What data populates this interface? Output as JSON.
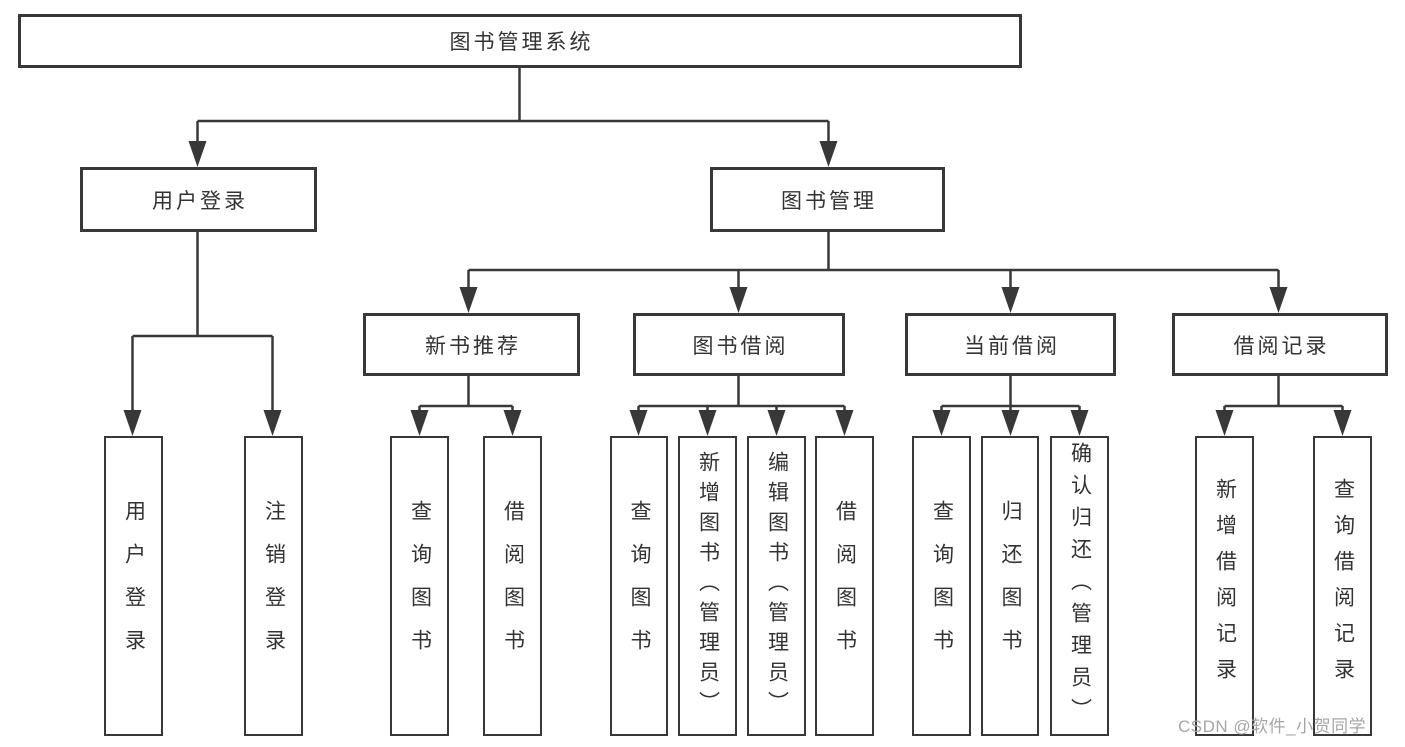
{
  "diagram_title": "图书管理系统",
  "tree": {
    "root": {
      "label": "图书管理系统"
    },
    "children": [
      {
        "label": "用户登录",
        "children": [
          {
            "label": "用户登录"
          },
          {
            "label": "注销登录"
          }
        ]
      },
      {
        "label": "图书管理",
        "children": [
          {
            "label": "新书推荐",
            "children": [
              {
                "label": "查询图书"
              },
              {
                "label": "借阅图书"
              }
            ]
          },
          {
            "label": "图书借阅",
            "children": [
              {
                "label": "查询图书"
              },
              {
                "label": "新增图书（管理员）"
              },
              {
                "label": "编辑图书（管理员）"
              },
              {
                "label": "借阅图书"
              }
            ]
          },
          {
            "label": "当前借阅",
            "children": [
              {
                "label": "查询图书"
              },
              {
                "label": "归还图书"
              },
              {
                "label": "确认归还（管理员）"
              }
            ]
          },
          {
            "label": "借阅记录",
            "children": [
              {
                "label": "新增借阅记录"
              },
              {
                "label": "查询借阅记录"
              }
            ]
          }
        ]
      }
    ]
  },
  "watermark": "CSDN @软件_小贺同学",
  "colors": {
    "line": "#383838",
    "box_border": "#383838",
    "text": "#333333",
    "watermark": "#a6a6a6",
    "background": "#ffffff"
  }
}
